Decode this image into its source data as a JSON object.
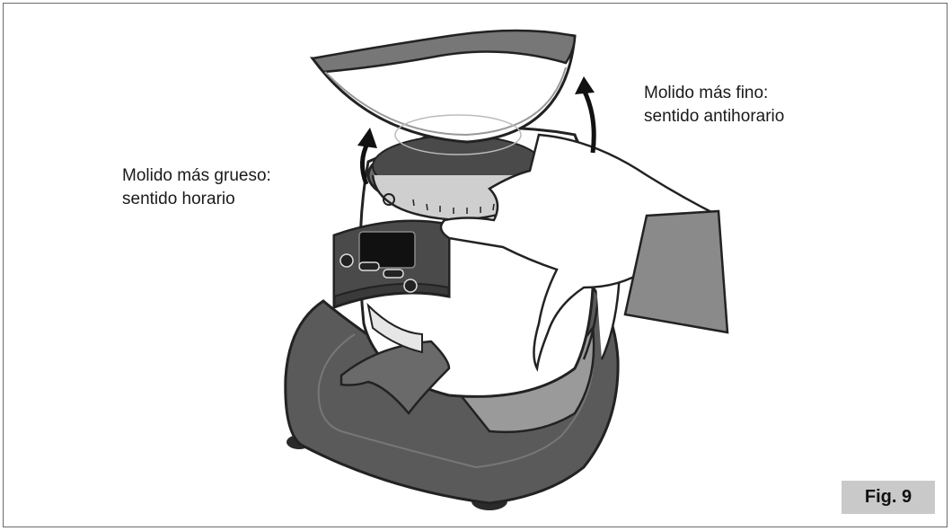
{
  "callouts": {
    "fine": {
      "line1": "Molido más fino:",
      "line2": "sentido antihorario"
    },
    "coarse": {
      "line1": "Molido más grueso:",
      "line2": "sentido horario"
    }
  },
  "figure_label": "Fig. 9",
  "colors": {
    "outline": "#222222",
    "dark_body": "#5a5a5a",
    "mid_gray": "#8a8a8a",
    "light_gray": "#d8d8d8",
    "display_dark": "#2e2e2e",
    "badge_bg": "#c9c9c9"
  }
}
